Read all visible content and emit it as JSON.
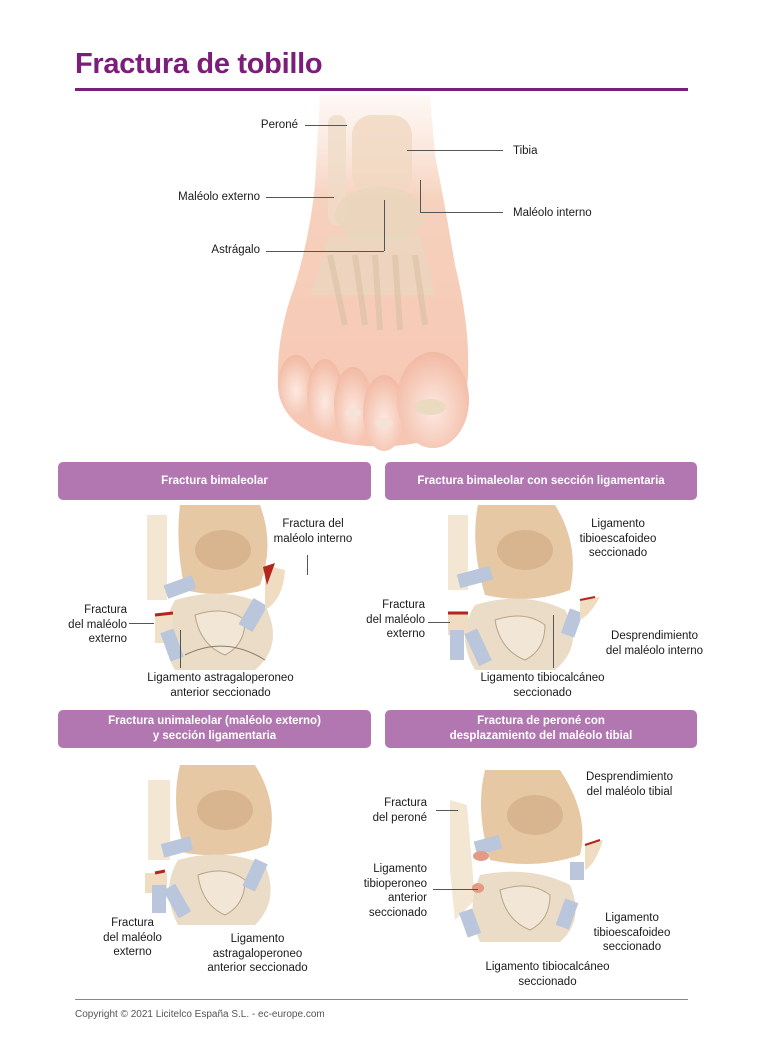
{
  "title": "Fractura de tobillo",
  "colors": {
    "accent": "#7b1e7a",
    "band": "#b277b0",
    "skin": "#f6c9b2",
    "bone": "#e8d3b5",
    "ligament": "#b9c6dc",
    "fracture": "#b3261e"
  },
  "main_figure": {
    "labels": {
      "perone": "Peroné",
      "tibia": "Tibia",
      "maleolo_externo": "Maléolo externo",
      "maleolo_interno": "Maléolo interno",
      "astragalo": "Astrágalo"
    }
  },
  "panels": [
    {
      "heading": "Fractura bimaleolar",
      "labels": {
        "a": "Fractura del\nmaléolo interno",
        "b": "Fractura\ndel maléolo\nexterno",
        "c": "Ligamento astragaloperoneo\nanterior seccionado"
      }
    },
    {
      "heading": "Fractura bimaleolar con sección ligamentaria",
      "labels": {
        "a": "Ligamento\ntibioescafoideo\nseccionado",
        "b": "Fractura\ndel maléolo\nexterno",
        "c": "Desprendimiento\ndel maléolo interno",
        "d": "Ligamento tibiocalcáneo\nseccionado"
      }
    },
    {
      "heading": "Fractura unimaleolar (maléolo externo)\ny sección ligamentaria",
      "labels": {
        "a": "Fractura\ndel maléolo\nexterno",
        "b": "Ligamento\nastragaloperoneo\nanterior seccionado"
      }
    },
    {
      "heading": "Fractura de peroné con\ndesplazamiento del maléolo tibial",
      "labels": {
        "a": "Desprendimiento\ndel maléolo tibial",
        "b": "Fractura\ndel peroné",
        "c": "Ligamento\ntibioperoneo\nanterior\nseccionado",
        "d": "Ligamento\ntibioescafoideo\nseccionado",
        "e": "Ligamento tibiocalcáneo\nseccionado"
      }
    }
  ],
  "footer": {
    "copyright": "Copyright © 2021 Licitelco España S.L. - ec-europe.com"
  }
}
